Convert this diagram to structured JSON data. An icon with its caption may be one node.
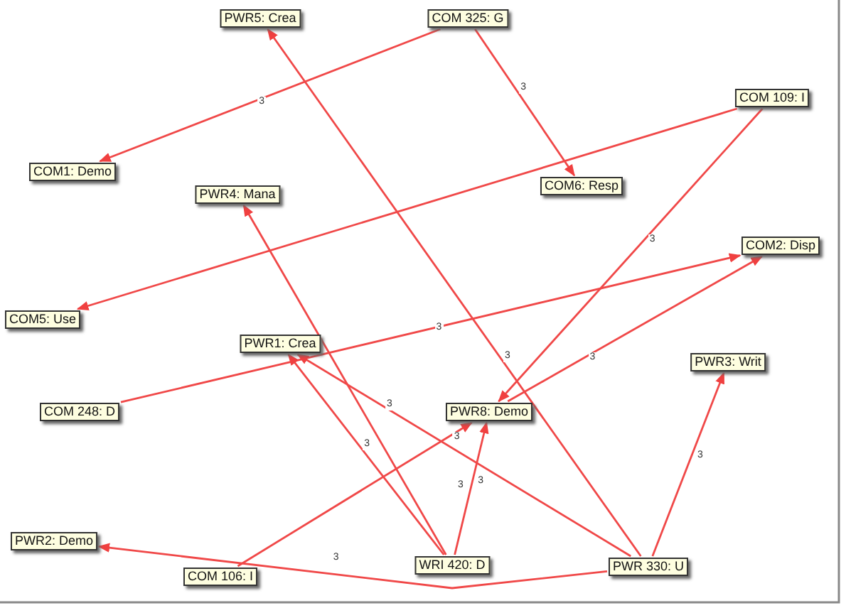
{
  "diagram": {
    "nodes": [
      {
        "text": [
          "PWR5: Crea"
        ]
      },
      {
        "text": [
          "COM 325: G"
        ]
      },
      {
        "text": [
          "COM 109: I"
        ]
      },
      {
        "text": [
          "COM1: Demo"
        ]
      },
      {
        "text": [
          "COM6: Resp"
        ]
      },
      {
        "text": [
          "PWR4: Mana"
        ]
      },
      {
        "text": [
          "COM2: Disp"
        ]
      },
      {
        "text": [
          "COM5: Use"
        ]
      },
      {
        "text": [
          "PWR1: Crea"
        ]
      },
      {
        "text": [
          "PWR3: Writ"
        ]
      },
      {
        "text": [
          "COM 248: D"
        ]
      },
      {
        "text": [
          "PWR8: Demo"
        ]
      },
      {
        "text": [
          "PWR2: Demo"
        ]
      },
      {
        "text": [
          "COM 106: I"
        ]
      },
      {
        "text": [
          "WRI 420: D"
        ]
      },
      {
        "text": [
          "PWR 330: U"
        ]
      }
    ],
    "edges": [
      {
        "from": 1,
        "to": 3,
        "arrow": "to",
        "label": "3"
      },
      {
        "from": 1,
        "to": 4,
        "arrow": "to",
        "label": "3"
      },
      {
        "from": 2,
        "to": 7,
        "arrow": "to"
      },
      {
        "from": 2,
        "to": 11,
        "arrow": "to",
        "label": "3"
      },
      {
        "from": 10,
        "to": 6,
        "arrow": "to",
        "label": "3"
      },
      {
        "from": 11,
        "to": 6,
        "arrow": "to",
        "label": "3"
      },
      {
        "from": 15,
        "to": 0,
        "arrow": "to",
        "label": "3"
      },
      {
        "from": 15,
        "to": 8,
        "arrow": "to",
        "label": "3"
      },
      {
        "from": 14,
        "to": 8,
        "arrow": "to",
        "label": "3"
      },
      {
        "from": 14,
        "to": 5,
        "arrow": "to"
      },
      {
        "from": 14,
        "to": 11,
        "arrow": "to",
        "label": "3"
      },
      {
        "from": 13,
        "to": 11,
        "arrow": "to",
        "label": "3"
      },
      {
        "from": 15,
        "to": 12,
        "arrow": "to",
        "label": "3"
      },
      {
        "from": 15,
        "to": 9,
        "arrow": "to",
        "label": "3"
      }
    ],
    "labels": [
      "3"
    ]
  }
}
